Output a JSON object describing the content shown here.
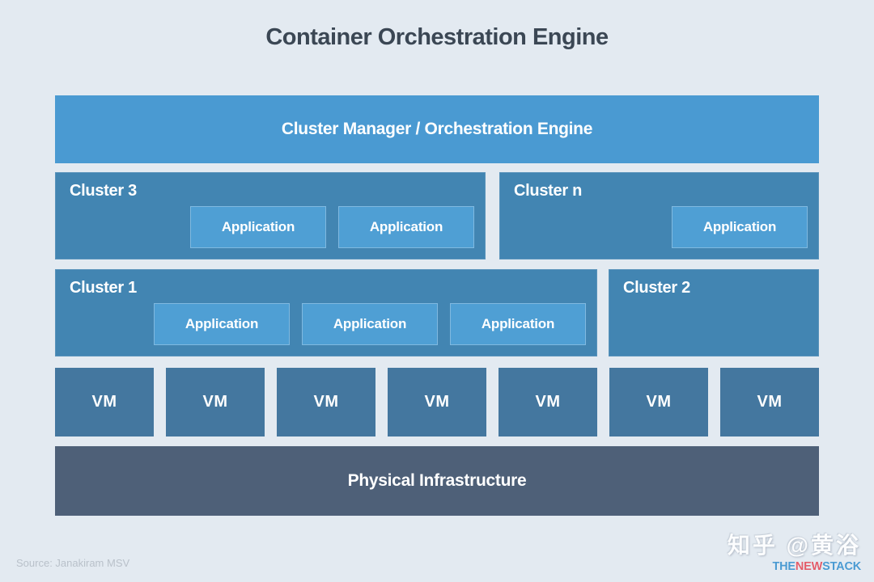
{
  "title": "Container Orchestration Engine",
  "manager_bar": {
    "label": "Cluster Manager / Orchestration Engine"
  },
  "clusters": [
    {
      "name": "Cluster 3",
      "apps": [
        "Application",
        "Application"
      ]
    },
    {
      "name": "Cluster n",
      "apps": [
        "Application"
      ]
    },
    {
      "name": "Cluster 1",
      "apps": [
        "Application",
        "Application",
        "Application"
      ]
    },
    {
      "name": "Cluster 2",
      "apps": []
    }
  ],
  "vm_row": {
    "vms": [
      "VM",
      "VM",
      "VM",
      "VM",
      "VM",
      "VM",
      "VM"
    ]
  },
  "infrastructure": {
    "label": "Physical Infrastructure"
  },
  "footer": {
    "source": "Source: Janakiram MSV",
    "watermark": "知乎 @黄浴",
    "logo": {
      "the": "THE",
      "new": "NEW",
      "stack": "STACK"
    }
  },
  "colors": {
    "background": "#e3eaf1",
    "manager_bar": "#4a9ad2",
    "cluster": "#4285b2",
    "application": "#4f9fd4",
    "vm": "#44779f",
    "infrastructure": "#4e6078",
    "title_text": "#3b4754",
    "source_text": "#b9c1ca",
    "logo_blue": "#4a9ad2",
    "logo_red": "#e35d6a"
  }
}
